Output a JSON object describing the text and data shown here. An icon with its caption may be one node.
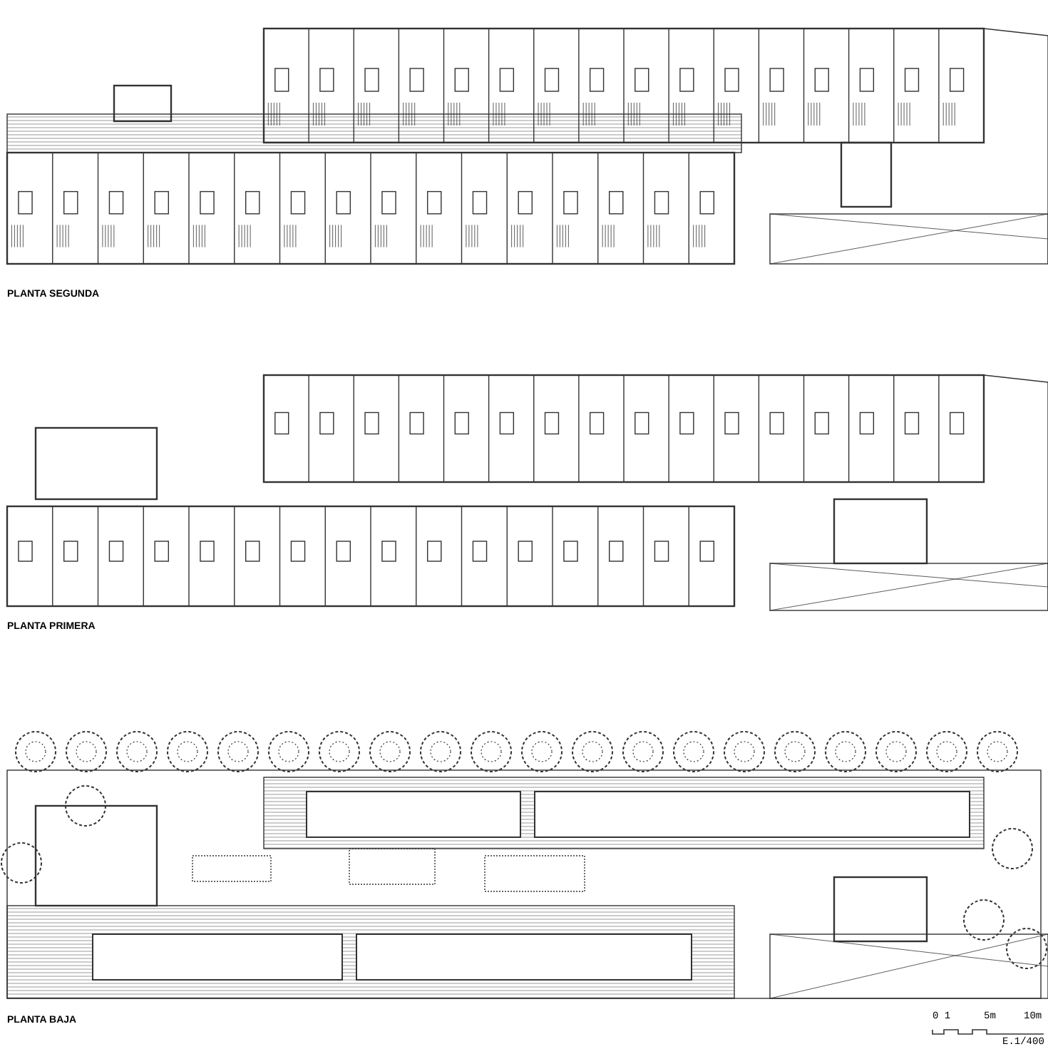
{
  "diagram": {
    "labels": [
      "PLANTA SEGUNDA",
      "PLANTA PRIMERA",
      "PLANTA BAJA",
      "0 1",
      "5m",
      "10m",
      "E.1/400"
    ]
  }
}
